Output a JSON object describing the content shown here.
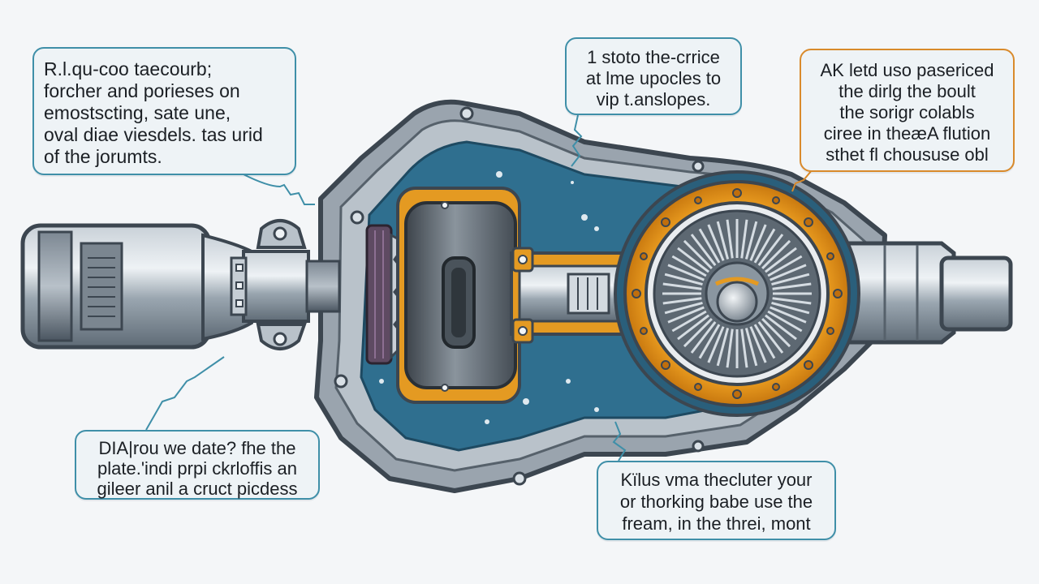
{
  "callouts": {
    "top_left": {
      "lines": [
        "R.l.qu-coo taecourb;",
        "forcher and porieses on",
        "emostscting, sate une,",
        "oval diae viesdels. tas urid",
        "of the jorumts."
      ]
    },
    "top_center": {
      "lines": [
        "1 stoto the-crrice",
        "at lme upocles to",
        "vip t.anslopes."
      ]
    },
    "top_right": {
      "lines": [
        "AK letd uso pasericed",
        "the dirlg the boult",
        "the sorigr colabls",
        "ciree in theæA flution",
        "sthet fl choususe obl"
      ]
    },
    "bottom_left": {
      "lines": [
        "DIA|rou we date? fhe the",
        "plate.'indi prpi ckrloffis an",
        "gileer anil a cruct picdess"
      ]
    },
    "bottom_right": {
      "lines": [
        "Kïlus vma thecluter your",
        "or thorking babe use the",
        "fream, in the threi, mont"
      ]
    }
  },
  "colors": {
    "background": "#f4f6f8",
    "housing_steel": "#8e9aa5",
    "housing_dark": "#3f4a55",
    "cavity_blue": "#2f6f8f",
    "accent_orange": "#e8961e",
    "callout_border": "#3f8fa8",
    "callout_border_orange": "#d98a2b"
  }
}
